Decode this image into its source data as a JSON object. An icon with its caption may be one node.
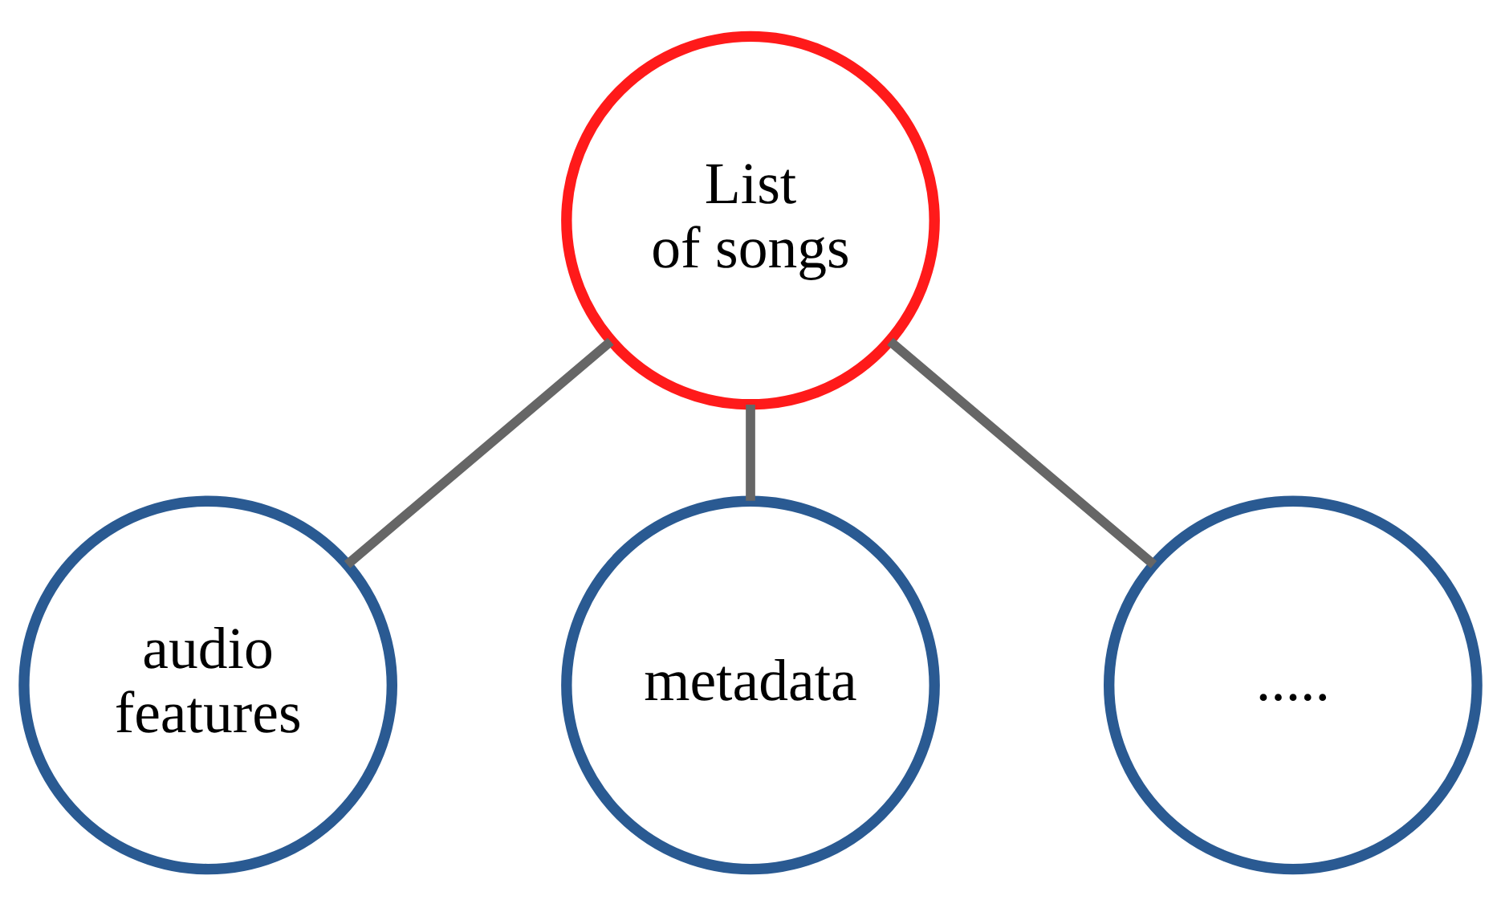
{
  "diagram": {
    "nodes": [
      {
        "text": [
          "List of songs"
        ]
      },
      {
        "text": [
          "audio features"
        ]
      },
      {
        "text": [
          "metadata"
        ]
      },
      {
        "text": [
          "....."
        ]
      }
    ],
    "edges": [
      {
        "from": 0,
        "to": 1,
        "arrow": "none"
      },
      {
        "from": 0,
        "to": 2,
        "arrow": "none"
      },
      {
        "from": 0,
        "to": 3,
        "arrow": "none"
      }
    ]
  }
}
